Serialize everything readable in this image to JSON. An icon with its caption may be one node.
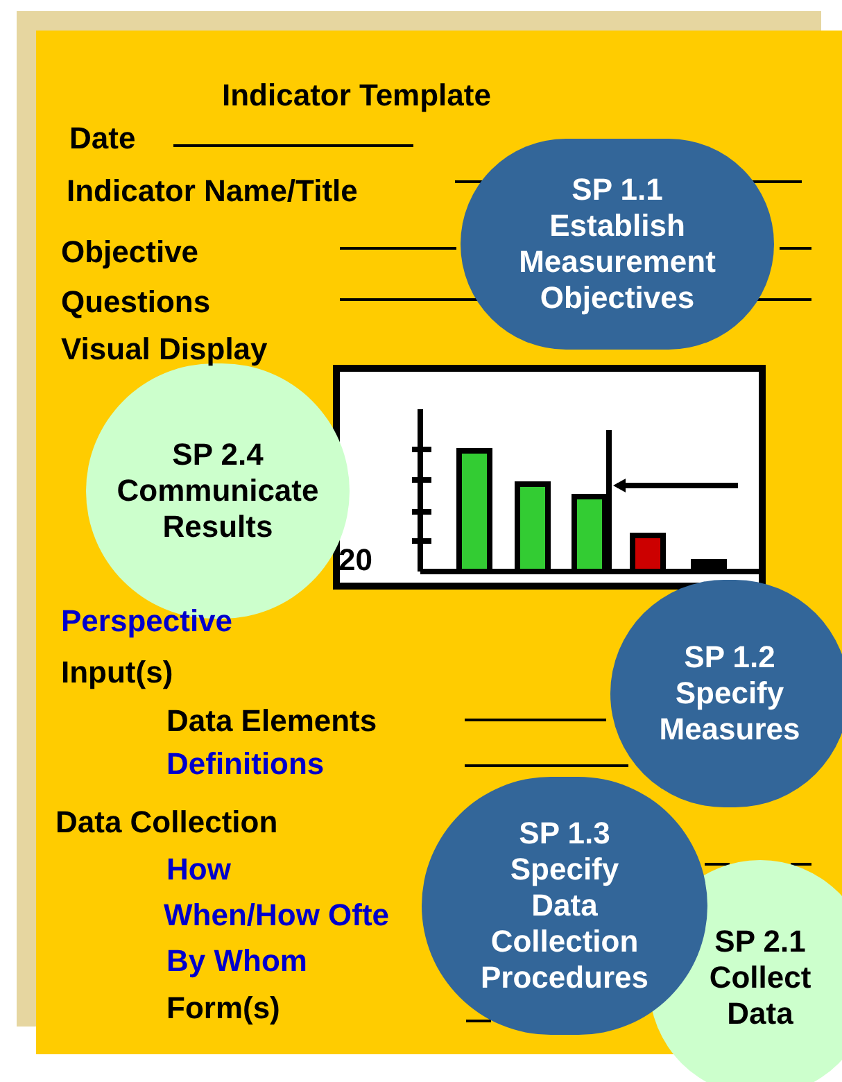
{
  "diagram": {
    "title": "Indicator Template",
    "nodes": [
      {
        "text": [
          "SP 1.1",
          "Establish Measurement Objectives"
        ]
      },
      {
        "text": [
          "SP 2.4",
          "Communicate Results"
        ]
      },
      {
        "text": [
          "SP 1.2",
          "Specify Measures"
        ]
      },
      {
        "text": [
          "SP 1.3",
          "Specify Data Collection Procedures"
        ]
      },
      {
        "text": [
          "SP 2.1",
          "Collect Data"
        ]
      }
    ],
    "labels": [
      "Date",
      "Indicator Name/Title",
      "Objective",
      "Questions",
      "Visual Display",
      "20",
      "Perspective",
      "Input(s)",
      "Data Elements",
      "Definitions",
      "Data Collection",
      "How",
      "When/How Ofte",
      "By Whom",
      "Form(s)"
    ]
  }
}
